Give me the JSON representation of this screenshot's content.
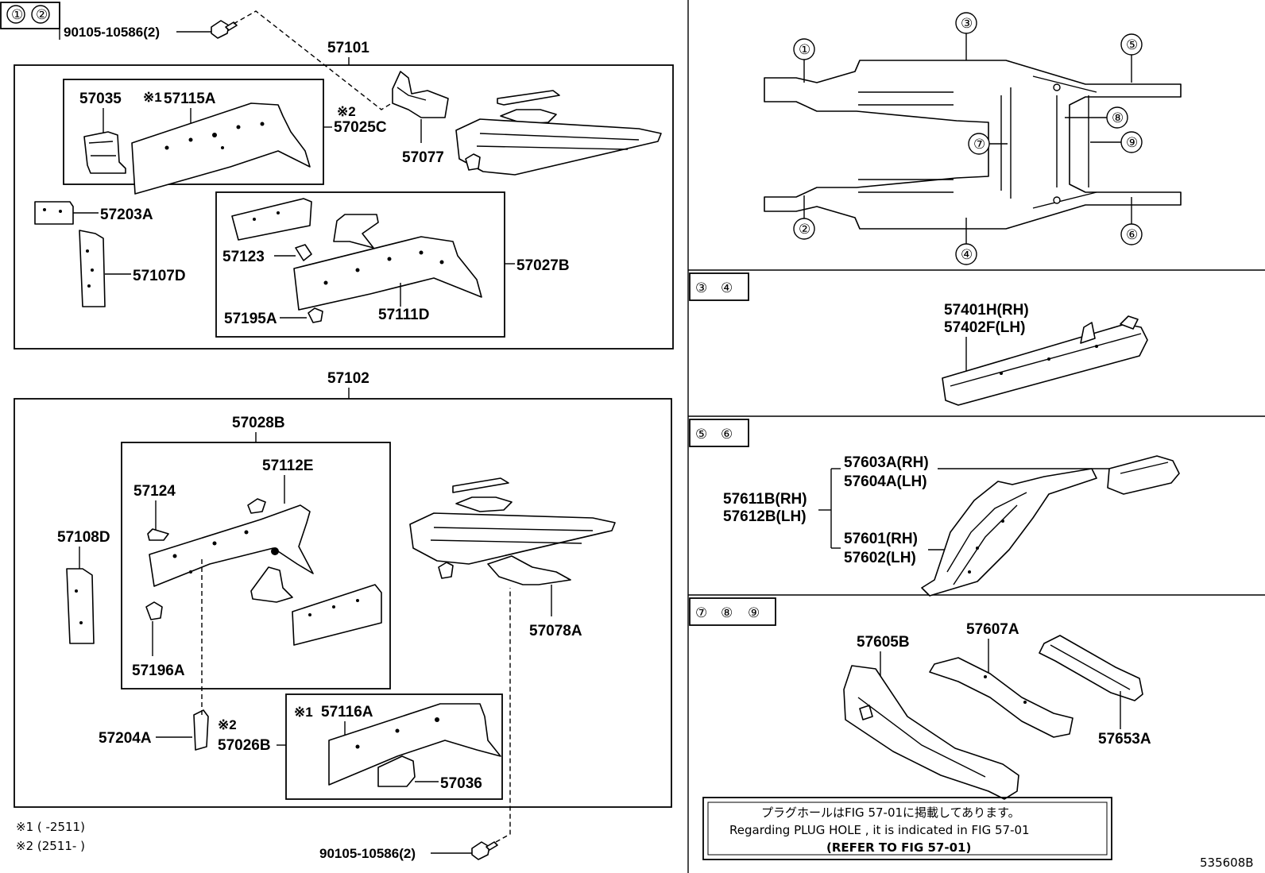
{
  "sections": {
    "s12": {
      "key": [
        "①",
        "②"
      ]
    },
    "s34": {
      "key": [
        "③",
        "④"
      ]
    },
    "s56": {
      "key": [
        "⑤",
        "⑥"
      ]
    },
    "s789": {
      "key": [
        "⑦",
        "⑧",
        "⑨"
      ]
    }
  },
  "labels": {
    "bolt_top": "90105-10586(2)",
    "bolt_bottom": "90105-10586(2)",
    "p57101": "57101",
    "p57102": "57102",
    "p57035": "57035",
    "p57115A": "57115A",
    "p57025C": "57025C",
    "p57077": "57077",
    "p57203A": "57203A",
    "p57107D": "57107D",
    "p57123": "57123",
    "p57027B": "57027B",
    "p57195A": "57195A",
    "p57111D": "57111D",
    "p57028B": "57028B",
    "p57112E": "57112E",
    "p57124": "57124",
    "p57108D": "57108D",
    "p57196A": "57196A",
    "p57078A": "57078A",
    "p57204A": "57204A",
    "p57026B": "57026B",
    "p57116A": "57116A",
    "p57036": "57036",
    "p57401H": "57401H(RH)",
    "p57402F": "57402F(LH)",
    "p57603A": "57603A(RH)",
    "p57604A": "57604A(LH)",
    "p57611B": "57611B(RH)",
    "p57612B": "57612B(LH)",
    "p57601": "57601(RH)",
    "p57602": "57602(LH)",
    "p57605B": "57605B",
    "p57607A": "57607A",
    "p57653A": "57653A"
  },
  "marks": {
    "m1": "※1",
    "m2": "※2"
  },
  "overview": {
    "c1": "①",
    "c2": "②",
    "c3": "③",
    "c4": "④",
    "c5": "⑤",
    "c6": "⑥",
    "c7": "⑦",
    "c8": "⑧",
    "c9": "⑨"
  },
  "footnotes": {
    "f1": "※1 (        -2511)",
    "f2": "※2 (2511-        )"
  },
  "notice": {
    "line1": "プラグホールはFIG 57-01に掲載してあります。",
    "line2": "Regarding  PLUG  HOLE , it is indicated in  FIG  57-01",
    "line3": "(REFER  TO  FIG  57-01)"
  },
  "figure_id": "535608B"
}
